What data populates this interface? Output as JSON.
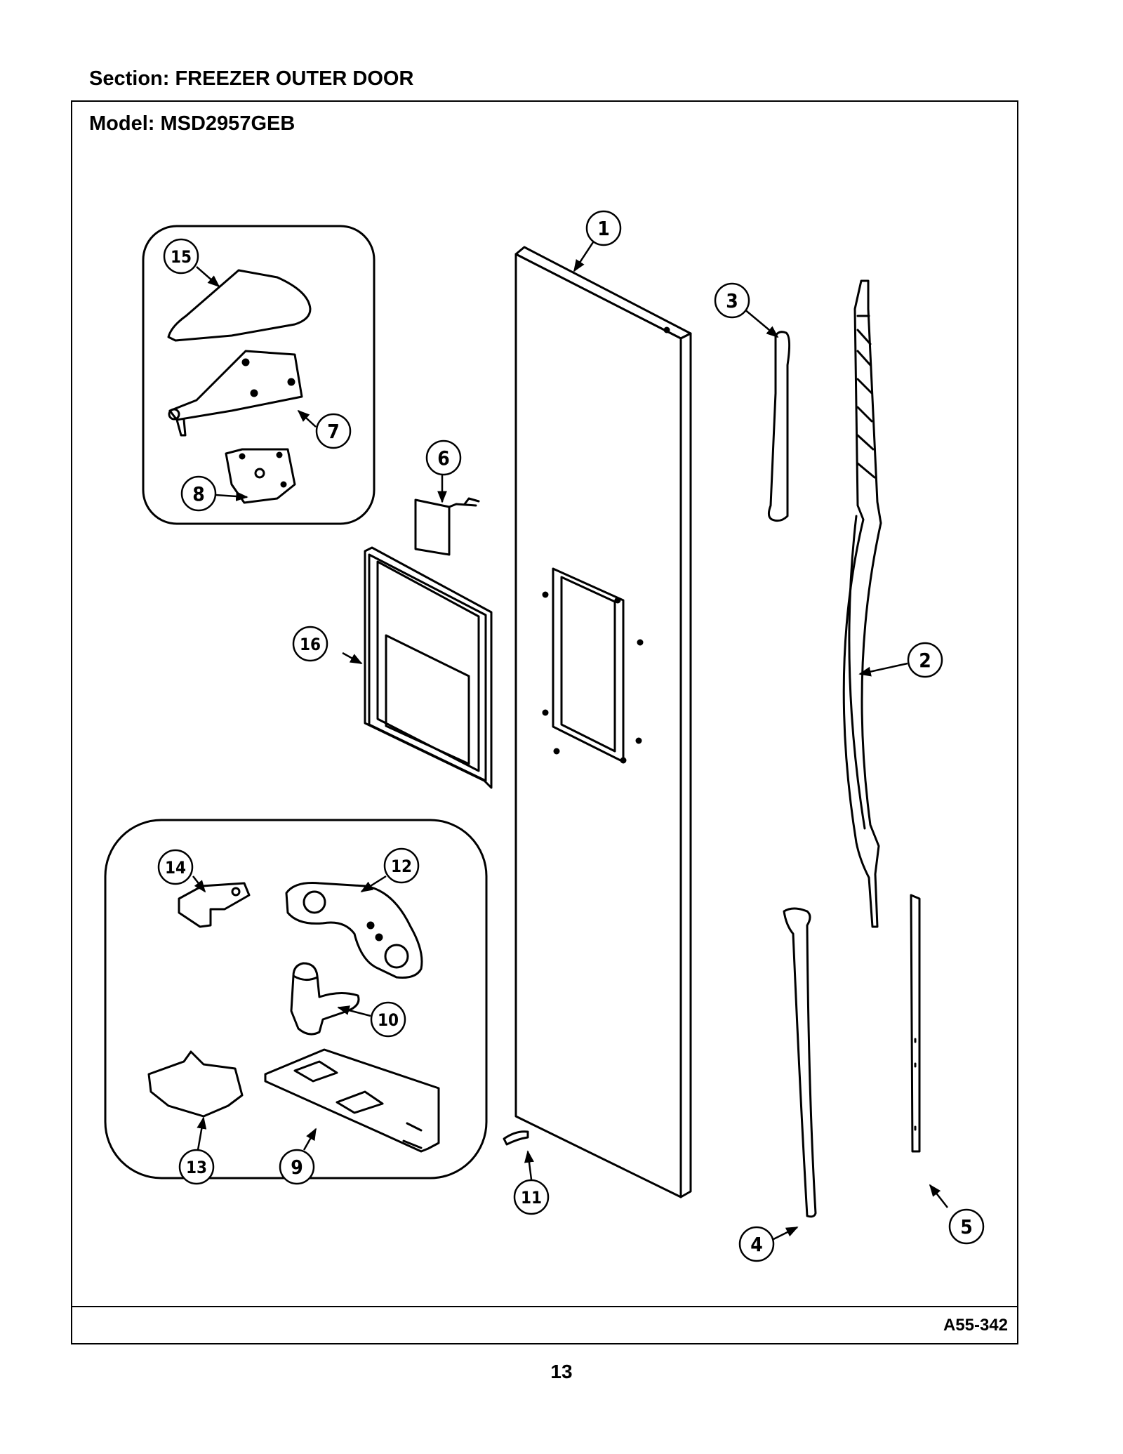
{
  "header": {
    "section": "Section:  FREEZER OUTER DOOR",
    "model": "Model:  MSD2957GEB"
  },
  "footer": {
    "diagram_code": "A55-342",
    "page_number": "13"
  },
  "callouts": [
    {
      "id": "callout-1",
      "label": "1"
    },
    {
      "id": "callout-2",
      "label": "2"
    },
    {
      "id": "callout-3",
      "label": "3"
    },
    {
      "id": "callout-4",
      "label": "4"
    },
    {
      "id": "callout-5",
      "label": "5"
    },
    {
      "id": "callout-6",
      "label": "6"
    },
    {
      "id": "callout-7",
      "label": "7"
    },
    {
      "id": "callout-8",
      "label": "8"
    },
    {
      "id": "callout-9",
      "label": "9"
    },
    {
      "id": "callout-10",
      "label": "10"
    },
    {
      "id": "callout-11",
      "label": "11"
    },
    {
      "id": "callout-12",
      "label": "12"
    },
    {
      "id": "callout-13",
      "label": "13"
    },
    {
      "id": "callout-14",
      "label": "14"
    },
    {
      "id": "callout-15",
      "label": "15"
    },
    {
      "id": "callout-16",
      "label": "16"
    }
  ]
}
